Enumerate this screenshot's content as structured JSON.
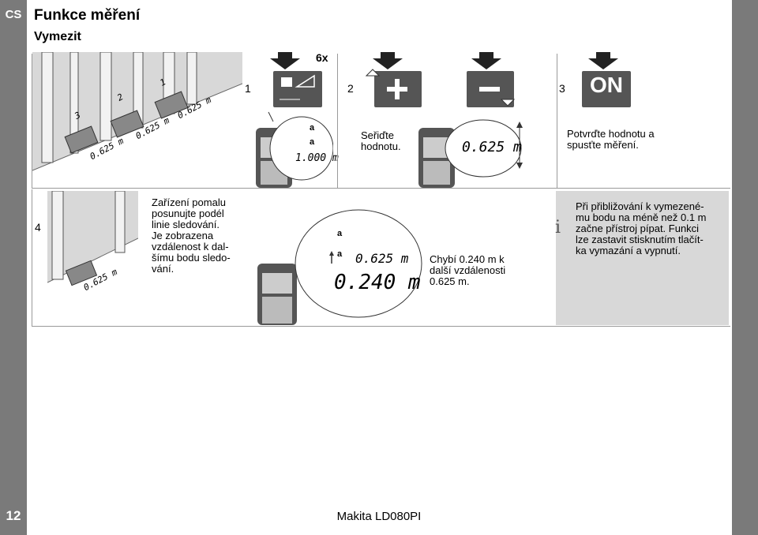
{
  "sidebar": {
    "language_code": "CS",
    "page_number": "12"
  },
  "header": {
    "title": "Funkce měření",
    "subtitle": "Vymezit"
  },
  "top_row": {
    "wall_labels": [
      "3",
      "2",
      "1"
    ],
    "wall_distances": [
      "0.625 m",
      "0.625 m",
      "0.625 m"
    ],
    "step1": {
      "number": "1",
      "press_count": "6x",
      "lcd_a1": "a",
      "lcd_a2": "a",
      "lcd_value": "1.000 m"
    },
    "step2": {
      "number": "2",
      "text_line1": "Seřiďte",
      "text_line2": "hodnotu.",
      "lcd_value": "0.625 m"
    },
    "step3": {
      "number": "3",
      "button_label": "ON",
      "text_line1": "Potvrďte hodnotu a",
      "text_line2": "spusťte měření."
    }
  },
  "bottom_row": {
    "step4": {
      "number": "4",
      "wall_distance": "0.625 m",
      "text_lines": [
        "Zařízení pomalu",
        "posunujte podél",
        "linie sledování.",
        "Je zobrazena",
        "vzdálenost k dal-",
        "šímu bodu sledo-",
        "vání."
      ],
      "lcd_a1": "a",
      "lcd_a2": "a",
      "lcd_small": "0.625 m",
      "lcd_big": "0.240 m",
      "result_lines": [
        "Chybí 0.240 m k",
        "další vzdálenosti",
        "0.625 m."
      ]
    },
    "note": {
      "icon": "info-icon",
      "lines": [
        "Při přibližování k vymezené-",
        "mu bodu na méně než 0.1 m",
        "začne přístroj pípat. Funkci",
        "lze zastavit stisknutím tlačít-",
        "ka vymazání a vypnutí."
      ]
    }
  },
  "footer": {
    "text": "Makita LD080PI"
  }
}
